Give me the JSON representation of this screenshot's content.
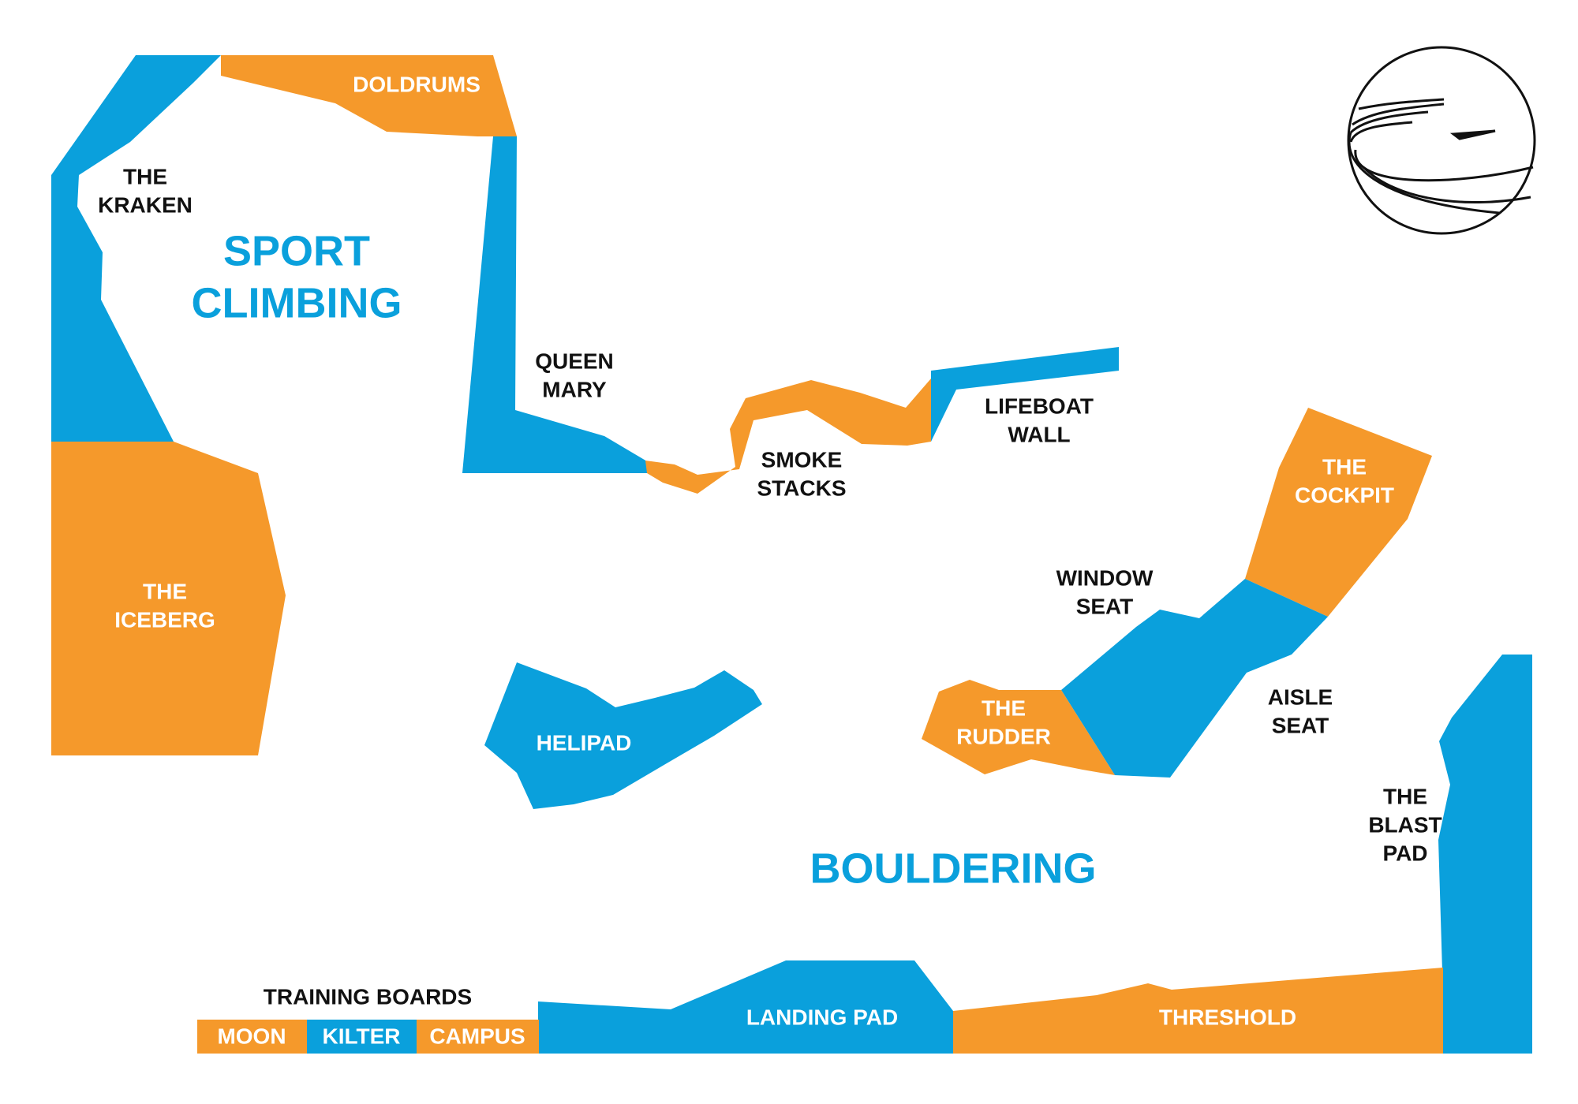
{
  "colors": {
    "orange": "#F5992B",
    "blue": "#0AA0DC",
    "dark_label": "#111111",
    "light_label": "#FFFFFF",
    "title": "#0AA0DC"
  },
  "sections": {
    "sport_climbing": [
      "SPORT",
      "CLIMBING"
    ],
    "bouldering": "BOULDERING"
  },
  "logo": {
    "icon": "circle-swoosh-logo"
  },
  "areas": {
    "doldrums": "DOLDRUMS",
    "kraken": [
      "THE",
      "KRAKEN"
    ],
    "queen_mary": [
      "QUEEN",
      "MARY"
    ],
    "smoke_stacks": [
      "SMOKE",
      "STACKS"
    ],
    "lifeboat_wall": [
      "LIFEBOAT",
      "WALL"
    ],
    "iceberg": [
      "THE",
      "ICEBERG"
    ],
    "cockpit": [
      "THE",
      "COCKPIT"
    ],
    "window_seat": [
      "WINDOW",
      "SEAT"
    ],
    "aisle_seat": [
      "AISLE",
      "SEAT"
    ],
    "rudder": [
      "THE",
      "RUDDER"
    ],
    "helipad": "HELIPAD",
    "blast_pad": [
      "THE",
      "BLAST",
      "PAD"
    ],
    "landing_pad": "LANDING PAD",
    "threshold": "THRESHOLD"
  },
  "training_boards": {
    "title": "TRAINING BOARDS",
    "boards": [
      "MOON",
      "KILTER",
      "CAMPUS"
    ]
  }
}
